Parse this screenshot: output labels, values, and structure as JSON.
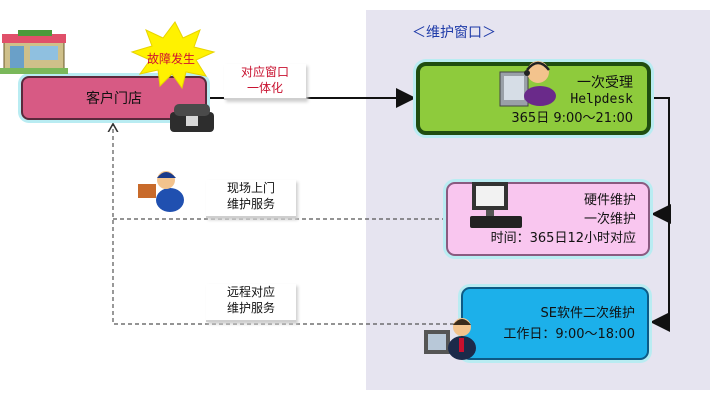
{
  "panel": {
    "title": "＜维护窗口＞"
  },
  "store": {
    "label": "客户门店"
  },
  "burst": {
    "label": "故障发生"
  },
  "link_primary": {
    "line1": "对应窗口",
    "line2": "一体化"
  },
  "helpdesk": {
    "line1": "一次受理",
    "line2": "Helpdesk",
    "line3": "365日 9:00～21:00"
  },
  "hardware": {
    "line1": "硬件维护",
    "line2": "一次维护",
    "line3": "时间：365日12小时对应"
  },
  "software": {
    "line1": "SE软件二次维护",
    "line2": "工作日：9:00～18:00"
  },
  "onsite": {
    "line1": "现场上门",
    "line2": "维护服务"
  },
  "remote": {
    "line1": "远程对应",
    "line2": "维护服务"
  },
  "colors": {
    "panel_bg": "#e6e4f0",
    "store": "#d75a84",
    "helpdesk": "#8ecb3c",
    "hardware": "#f9c6ef",
    "software": "#1cb0ea",
    "accent_red": "#c8102e",
    "burst_yellow": "#fff200"
  },
  "icons": [
    "store-building-icon",
    "burst-icon",
    "telephone-icon",
    "operator-headset-icon",
    "pos-terminal-icon",
    "technician-icon",
    "engineer-computer-icon"
  ]
}
